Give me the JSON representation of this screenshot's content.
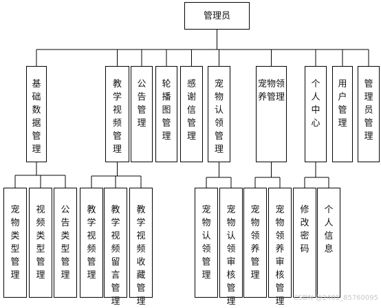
{
  "root": {
    "label": "管理员"
  },
  "level1": [
    {
      "label": "基础数据管理"
    },
    {
      "label": "教学视频管理"
    },
    {
      "label": "公告管理"
    },
    {
      "label": "轮播图管理"
    },
    {
      "label": "感谢信管理"
    },
    {
      "label": "宠物认领管理"
    },
    {
      "label": "宠物领养管理"
    },
    {
      "label": "个人中心"
    },
    {
      "label": "用户管理"
    },
    {
      "label": "管理员管理"
    }
  ],
  "level2": [
    {
      "label": "宠物类型管理",
      "parent": 0
    },
    {
      "label": "视频类型管理",
      "parent": 0
    },
    {
      "label": "公告类型管理",
      "parent": 0
    },
    {
      "label": "教学视频管理",
      "parent": 1
    },
    {
      "label": "教学视频留言管理",
      "parent": 1
    },
    {
      "label": "教学视频收藏管理",
      "parent": 1
    },
    {
      "label": "宠物认领管理",
      "parent": 5
    },
    {
      "label": "宠物认领审核管理",
      "parent": 5
    },
    {
      "label": "宠物领养管理",
      "parent": 6
    },
    {
      "label": "宠物领养审核管理",
      "parent": 6
    },
    {
      "label": "修改密码",
      "parent": 7
    },
    {
      "label": "个人信息",
      "parent": 7
    }
  ],
  "watermark": "CSDN @2401_85760095"
}
